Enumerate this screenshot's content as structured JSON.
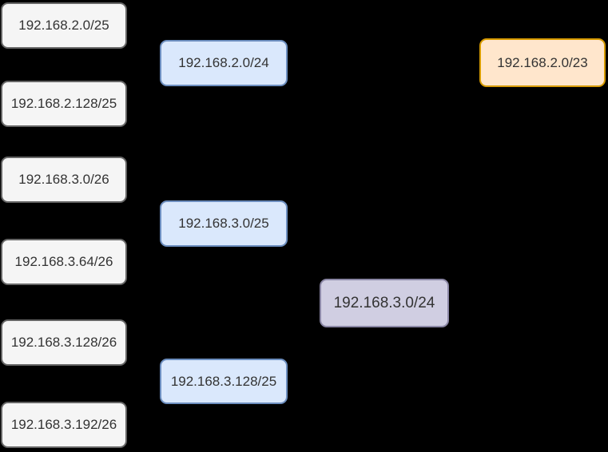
{
  "diagram": {
    "description": "Subnet route summarization diagram",
    "background_color": "#000000",
    "colors": {
      "subnet_fill": "#f5f5f5",
      "subnet_border": "#666666",
      "summary_fill": "#dae8fc",
      "summary_border": "#6c8ebf",
      "aggregate_fill": "#d0cee2",
      "aggregate_border": "#8b87a5",
      "supernet_fill": "#ffe6cc",
      "supernet_border": "#d79b00",
      "text": "#333333"
    },
    "nodes": [
      {
        "label": "192.168.2.0/25",
        "role": "subnet"
      },
      {
        "label": "192.168.2.128/25",
        "role": "subnet"
      },
      {
        "label": "192.168.3.0/26",
        "role": "subnet"
      },
      {
        "label": "192.168.3.64/26",
        "role": "subnet"
      },
      {
        "label": "192.168.3.128/26",
        "role": "subnet"
      },
      {
        "label": "192.168.3.192/26",
        "role": "subnet"
      },
      {
        "label": "192.168.2.0/24",
        "role": "summary"
      },
      {
        "label": "192.168.3.0/25",
        "role": "summary"
      },
      {
        "label": "192.168.3.128/25",
        "role": "summary"
      },
      {
        "label": "192.168.3.0/24",
        "role": "aggregate"
      },
      {
        "label": "192.168.2.0/23",
        "role": "supernet"
      }
    ]
  }
}
